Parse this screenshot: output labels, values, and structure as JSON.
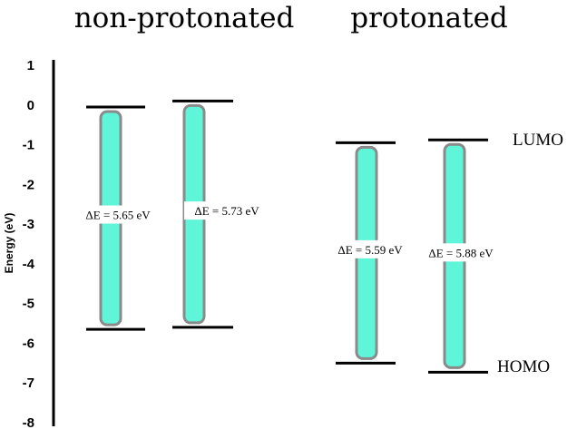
{
  "chart_data": {
    "type": "energy-level-diagram",
    "titles": {
      "non_protonated": "non-protonated",
      "protonated": "protonated"
    },
    "ylabel": "Energy (eV)",
    "ylim": [
      -8,
      1
    ],
    "y_ticks": [
      1,
      0,
      -1,
      -2,
      -3,
      -4,
      -5,
      -6,
      -7,
      -8
    ],
    "level_labels": {
      "lumo": "LUMO",
      "homo": "HOMO"
    },
    "colors": {
      "gap_fill": "#5ff5d9",
      "gap_stroke": "#8a8a8a",
      "level_line": "#000000"
    },
    "systems": [
      {
        "group": "non-protonated",
        "lumo": -0.05,
        "homo": -5.65,
        "gap_label": "ΔE = 5.65 eV"
      },
      {
        "group": "non-protonated",
        "lumo": 0.1,
        "homo": -5.6,
        "gap_label": "ΔE = 5.73 eV"
      },
      {
        "group": "protonated",
        "lumo": -0.95,
        "homo": -6.5,
        "gap_label": "ΔE = 5.59 eV"
      },
      {
        "group": "protonated",
        "lumo": -0.88,
        "homo": -6.73,
        "gap_label": "ΔE = 5.88 eV"
      }
    ]
  }
}
